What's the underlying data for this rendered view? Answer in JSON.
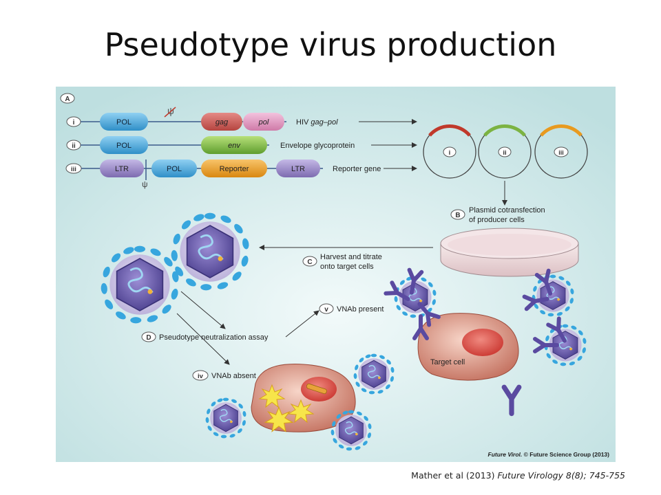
{
  "slide": {
    "title": "Pseudotype virus production"
  },
  "figure": {
    "panel_a": "A",
    "rows": [
      {
        "num": "i",
        "boxes": [
          "POL",
          "gag",
          "pol"
        ],
        "label_prefix": "HIV ",
        "label_italic": "gag–pol"
      },
      {
        "num": "ii",
        "boxes": [
          "POL",
          "env"
        ],
        "label": "Envelope glycoprotein"
      },
      {
        "num": "iii",
        "boxes": [
          "LTR",
          "POL",
          "Reporter",
          "LTR"
        ],
        "label": "Reporter gene"
      }
    ],
    "psi_symbol": "ψ",
    "plasmids": [
      "i",
      "ii",
      "iii"
    ],
    "step_b": {
      "letter": "B",
      "line1": "Plasmid cotransfection",
      "line2": "of producer cells"
    },
    "step_c": {
      "letter": "C",
      "line1": "Harvest and titrate",
      "line2": "onto target cells"
    },
    "step_d": {
      "letter": "D",
      "text": "Pseudotype neutralization assay"
    },
    "step_v": {
      "letter": "v",
      "text": "VNAb present"
    },
    "step_iv": {
      "letter": "iv",
      "text": "VNAb absent"
    },
    "target_cell": "Target cell",
    "credit_journal": "Future Virol.",
    "credit_rest": " © Future Science Group (2013)"
  },
  "citation": {
    "prefix": "Mather et al (2013) ",
    "journal": "Future Virology 8(8); 745-755"
  },
  "colors": {
    "background": "#cfe6e6",
    "pol_box": "#4aa6d8",
    "gag_box": "#c0504d",
    "pol_pink_box": "#d98fb5",
    "env_box": "#7cb342",
    "ltr_box": "#8a7ab8",
    "reporter_box": "#e89a1f",
    "virus_core": "#6a5aa8",
    "virus_spikes": "#38a8e0",
    "antibody": "#5a4aa0",
    "cell": "#c56b5a",
    "nucleus": "#d9463e"
  }
}
